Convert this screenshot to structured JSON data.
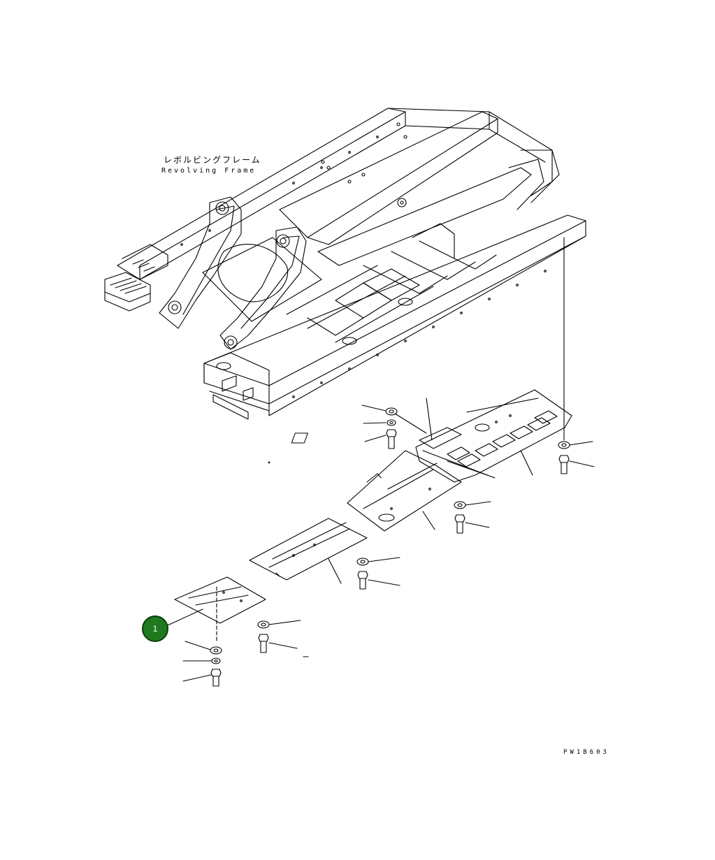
{
  "labels": {
    "frame_japanese": "レボルビングフレーム",
    "frame_english": "Revolving Frame",
    "drawing_code": "PW1B603"
  },
  "callouts": [
    {
      "number": "1",
      "color": "#1f7a1f"
    }
  ],
  "colors": {
    "line": "#000000",
    "background": "#ffffff"
  }
}
